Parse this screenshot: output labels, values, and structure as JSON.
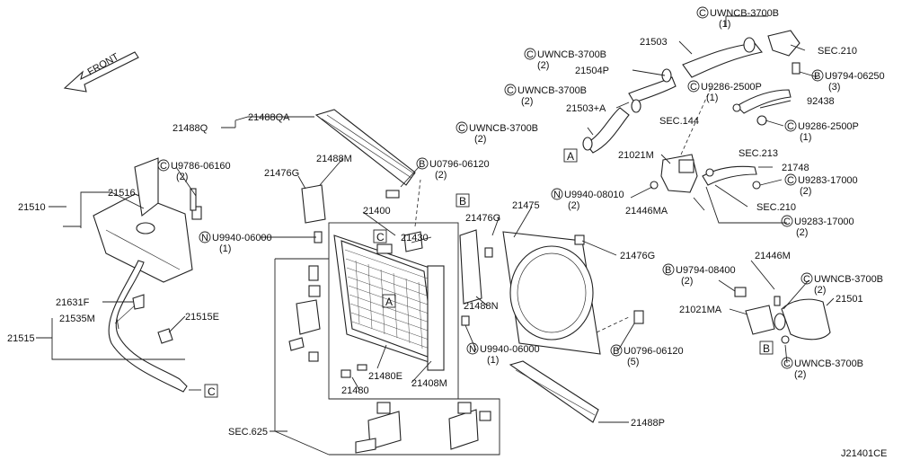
{
  "diagram": {
    "drawing_id": "J21401CE",
    "front_label": "FRONT",
    "callouts": {
      "uwncb_top": "UWNCB-3700B",
      "uwncb_top_qty": "(1)",
      "sec210_top": "SEC.210",
      "p21503": "21503",
      "uwncb_2": "UWNCB-3700B",
      "uwncb_2_qty": "(2)",
      "u9794_06250": "U9794-06250",
      "u9794_06250_qty": "(3)",
      "p21504p": "21504P",
      "uwncb_3": "UWNCB-3700B",
      "uwncb_3_qty": "(2)",
      "u9286_a": "U9286-2500P",
      "u9286_a_qty": "(1)",
      "p92438": "92438",
      "p21503a": "21503+A",
      "sec144": "SEC.144",
      "uwncb_4": "UWNCB-3700B",
      "uwncb_4_qty": "(2)",
      "u9286_b": "U9286-2500P",
      "u9286_b_qty": "(1)",
      "p21021m": "21021M",
      "sec213": "SEC.213",
      "p21748": "21748",
      "u9283_a": "U9283-17000",
      "u9283_a_qty": "(2)",
      "u9940_08010": "U9940-08010",
      "u9940_08010_qty": "(2)",
      "sec210_mid": "SEC.210",
      "p21446ma": "21446MA",
      "u9283_b": "U9283-17000",
      "u9283_b_qty": "(2)",
      "p21488qa": "21488QA",
      "p21488q": "21488Q",
      "p21488m": "21488M",
      "u0796_a": "U0796-06120",
      "u0796_a_qty": "(2)",
      "u9786": "U9786-06160",
      "u9786_qty": "(2)",
      "p21476g_a": "21476G",
      "p21516": "21516",
      "p21510": "21510",
      "p21400": "21400",
      "p21476g_b": "21476G",
      "p21475": "21475",
      "p21476g_c": "21476G",
      "u9940_06000_a": "U9940-06000",
      "u9940_06000_a_qty": "(1)",
      "p21430": "21430",
      "p21446m": "21446M",
      "u9794_08400": "U9794-08400",
      "u9794_08400_qty": "(2)",
      "uwncb_5": "UWNCB-3700B",
      "uwncb_5_qty": "(2)",
      "p21501": "21501",
      "p21631f": "21631F",
      "p21535m": "21535M",
      "p21515e": "21515E",
      "p21488n": "21488N",
      "p21021ma": "21021MA",
      "p21515": "21515",
      "u9940_06000_b": "U9940-06000",
      "u9940_06000_b_qty": "(1)",
      "u0796_b": "U0796-06120",
      "u0796_b_qty": "(5)",
      "uwncb_6": "UWNCB-3700B",
      "uwncb_6_qty": "(2)",
      "p21480e": "21480E",
      "p21408m": "21408M",
      "p21480": "21480",
      "p21488p": "21488P",
      "sec625": "SEC.625"
    },
    "boxes": {
      "a1": "A",
      "a2": "A",
      "b1": "B",
      "b2": "B",
      "c1": "C",
      "c2": "C"
    },
    "markers": {
      "c": "C",
      "n": "N",
      "b": "B"
    }
  }
}
